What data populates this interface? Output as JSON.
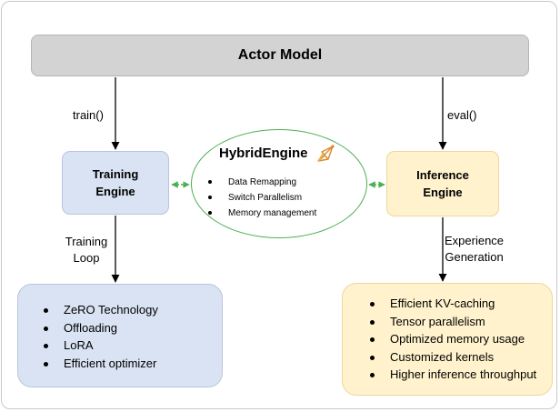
{
  "actor_model": {
    "label": "Actor Model"
  },
  "edges": {
    "train": "train()",
    "eval": "eval()",
    "training_loop_line1": "Training",
    "training_loop_line2": "Loop",
    "experience_line1": "Experience",
    "experience_line2": "Generation"
  },
  "training_engine": {
    "line1": "Training",
    "line2": "Engine"
  },
  "inference_engine": {
    "line1": "Inference",
    "line2": "Engine"
  },
  "hybrid_engine": {
    "title": "HybridEngine",
    "items": [
      "Data Remapping",
      "Switch Parallelism",
      "Memory management"
    ]
  },
  "training_features": [
    "ZeRO Technology",
    "Offloading",
    "LoRA",
    "Efficient optimizer"
  ],
  "inference_features": [
    "Efficient KV-caching",
    "Tensor parallelism",
    "Optimized memory usage",
    "Customized kernels",
    "Higher inference throughput"
  ],
  "colors": {
    "actor_fill": "#d3d3d3",
    "training_fill": "#dae3f3",
    "inference_fill": "#fff2cc",
    "hybrid_border": "#4caf50",
    "connector_green": "#4caf50",
    "arrow": "#000000"
  },
  "icons": {
    "hybrid_logo": "rocket-sketch-icon"
  }
}
